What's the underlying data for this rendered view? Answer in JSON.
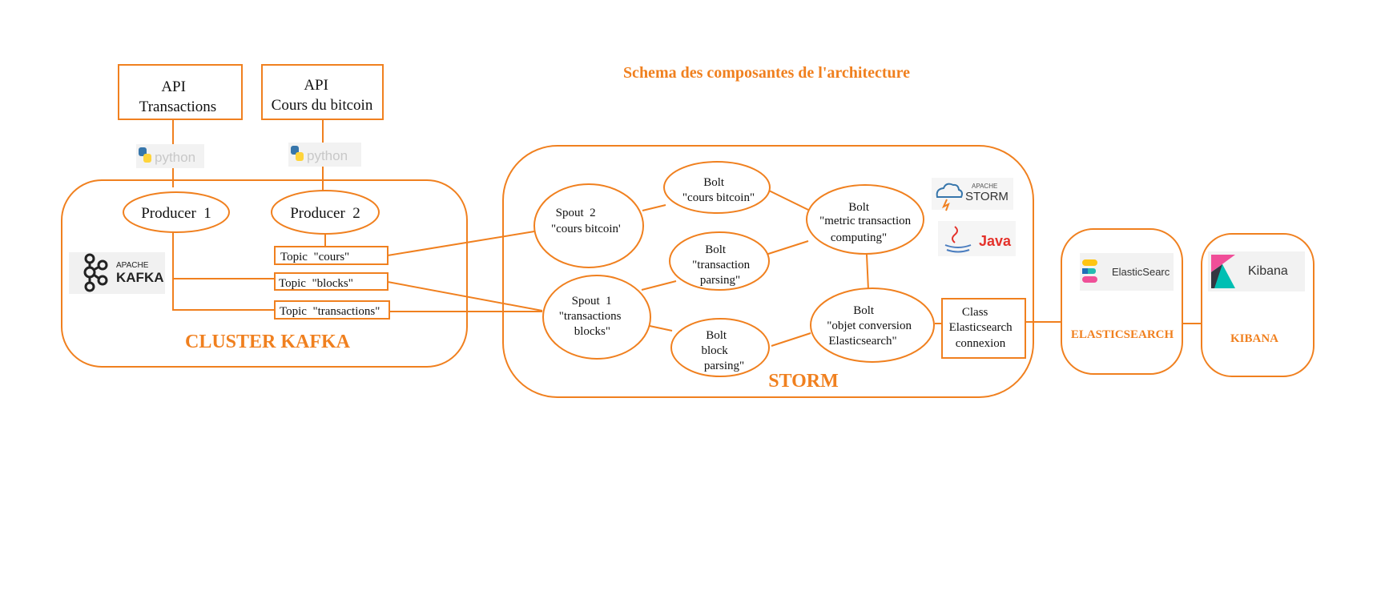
{
  "title": "Schema des composantes de l'architecture",
  "colors": {
    "accent": "#F0801F",
    "text": "#111111",
    "python_blue": "#3776AB",
    "python_yellow": "#FFD43B",
    "java_red": "#E4322B",
    "java_blue": "#4A7DBF",
    "kibana_pink": "#F04E98",
    "kibana_teal": "#00BFB3",
    "elastic_yellow": "#FEC514",
    "elastic_teal": "#24BBB1",
    "elastic_blue": "#1E6FB8",
    "elastic_pink": "#EF5098"
  },
  "apis": {
    "transactions": {
      "line1": "API",
      "line2": "Transactions"
    },
    "cours": {
      "line1": "API",
      "line2": "Cours du  bitcoin"
    }
  },
  "python_logo_text": "python",
  "kafka": {
    "cluster_label": "CLUSTER KAFKA",
    "logo_small": "APACHE",
    "logo_big": "KAFKA",
    "producer1": "Producer  1",
    "producer2": "Producer  2",
    "topic_cours": "Topic  \"cours\"",
    "topic_blocks": "Topic  \"blocks\"",
    "topic_transactions": "Topic  \"transactions\""
  },
  "storm": {
    "label": "STORM",
    "logo_small": "APACHE",
    "logo_big": "STORM",
    "java": "Java",
    "spout2": {
      "line1": "Spout  2",
      "line2": "\"cours bitcoin'"
    },
    "spout1": {
      "line1": "Spout  1",
      "line2": "\"transactions",
      "line3": "blocks\""
    },
    "bolt_cours": {
      "line1": "Bolt",
      "line2": "\"cours bitcoin\""
    },
    "bolt_tx_parsing": {
      "line1": "Bolt",
      "line2": "\"transaction",
      "line3": "parsing\""
    },
    "bolt_block_parsing": {
      "line1": "Bolt",
      "line2": "block",
      "line3": "parsing\""
    },
    "bolt_metric": {
      "line1": "Bolt",
      "line2": "\"metric transaction",
      "line3": "computing\""
    },
    "bolt_objet": {
      "line1": "Bolt",
      "line2": "\"objet conversion",
      "line3": "Elasticsearch\""
    },
    "class_box": {
      "line1": "Class",
      "line2": "Elasticsearch",
      "line3": "connexion"
    }
  },
  "elasticsearch": {
    "label": "ELASTICSEARCH",
    "logo_text": "ElasticSearc"
  },
  "kibana": {
    "label": "KIBANA",
    "logo_text": "Kibana"
  }
}
